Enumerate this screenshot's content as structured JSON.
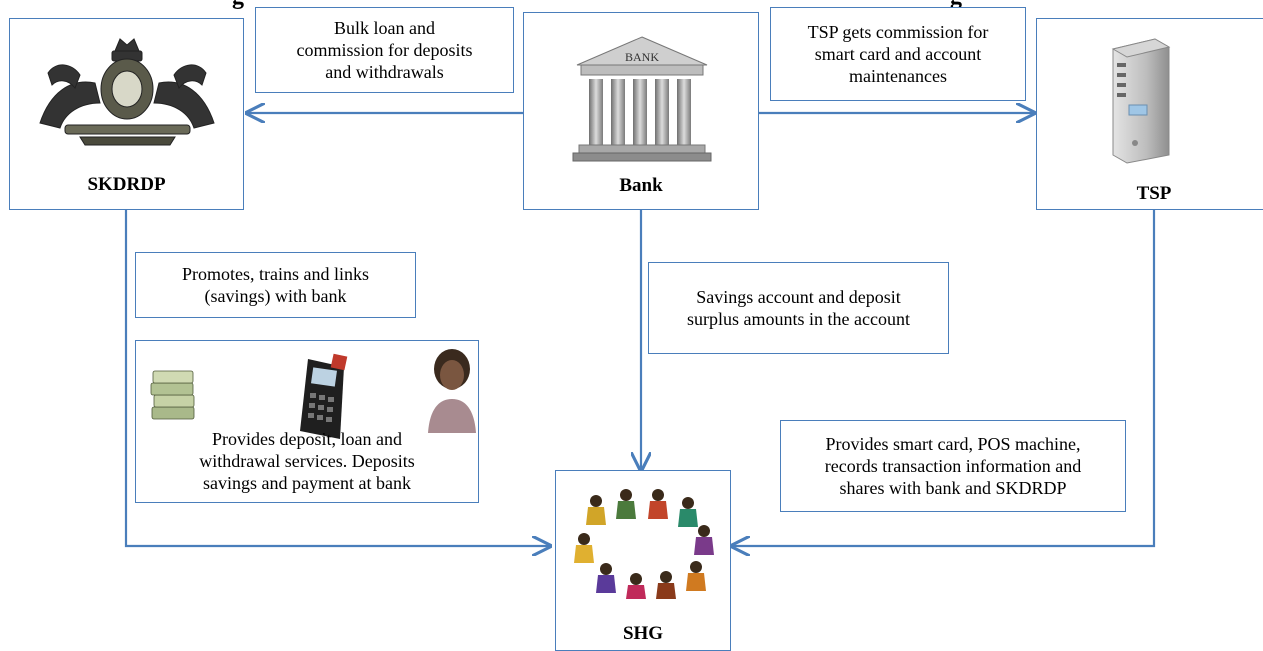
{
  "nodes": {
    "skdrdp": {
      "label": "SKDRDP",
      "icon": "emblem-icon"
    },
    "bank": {
      "label": "Bank",
      "icon": "bank-building-icon",
      "sign": "BANK"
    },
    "tsp": {
      "label": "TSP",
      "icon": "server-tower-icon"
    },
    "shg": {
      "label": "SHG",
      "icon": "group-circle-icon"
    }
  },
  "edges": {
    "bank_to_skdrdp": "Bulk loan and\ncommission for deposits\nand withdrawals",
    "bank_to_tsp": "TSP gets commission for\nsmart card and account\nmaintenances",
    "skdrdp_promotes": "Promotes, trains and links\n(savings) with bank",
    "skdrdp_services": "Provides deposit, loan and\nwithdrawal services. Deposits\nsavings and payment at bank",
    "bank_to_shg": "Savings account and deposit\nsurplus amounts in the account",
    "tsp_to_shg": "Provides smart card, POS machine,\nrecords transaction information and\nshares with bank and SKDRDP"
  },
  "services_icons": [
    "money-stack-icon",
    "pos-machine-icon",
    "agent-person-icon"
  ],
  "colors": {
    "line": "#4a7ebb",
    "border": "#4a7ebb"
  }
}
